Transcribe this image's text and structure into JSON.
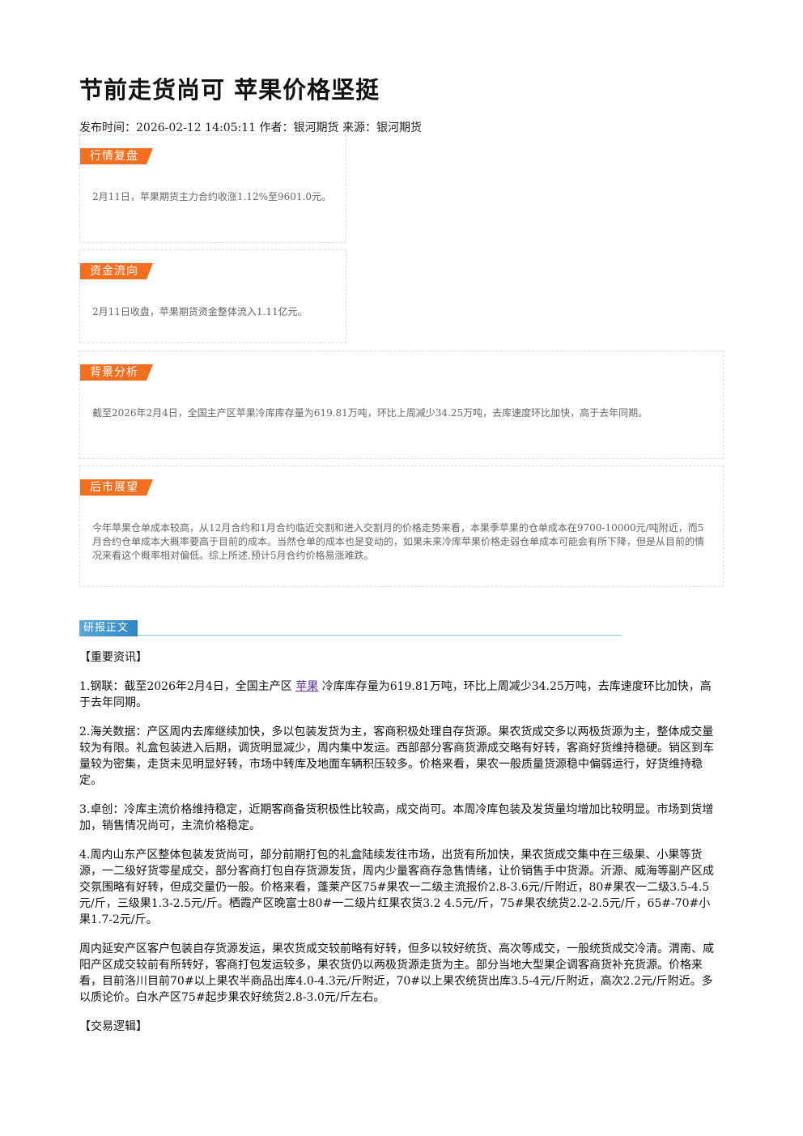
{
  "article": {
    "title": "节前走货尚可 苹果价格坚挺",
    "meta": "发布时间：2026-02-12 14:05:11 作者：银河期货 来源：银河期货"
  },
  "sections": [
    {
      "tag": "行情复盘",
      "text": "2月11日，苹果期货主力合约收涨1.12%至9601.0元。"
    },
    {
      "tag": "资金流向",
      "text": "2月11日收盘，苹果期货资金整体流入1.11亿元。"
    },
    {
      "tag": "背景分析",
      "text": "截至2026年2月4日，全国主产区苹果冷库库存量为619.81万吨，环比上周减少34.25万吨，去库速度环比加快，高于去年同期。"
    },
    {
      "tag": "后市展望",
      "text": "今年苹果仓单成本较高，从12月合约和1月合约临近交割和进入交割月的价格走势来看，本果季苹果的仓单成本在9700-10000元/吨附近，而5月合约仓单成本大概率要高于目前的成本。当然仓单的成本也是变动的，如果未来冷库苹果价格走弱仓单成本可能会有所下降，但是从目前的情况来看这个概率相对偏低。综上所述,预计5月合约价格易涨难跌。"
    }
  ],
  "report": {
    "tag": "研报正文",
    "heading_news": "【重要资讯】",
    "p1_before": "1.钢联：截至2026年2月4日，全国主产区 ",
    "p1_link": "苹果",
    "p1_after": " 冷库库存量为619.81万吨，环比上周减少34.25万吨，去库速度环比加快，高于去年同期。",
    "p2": "2.海关数据：产区周内去库继续加快，多以包装发货为主，客商积极处理自存货源。果农货成交多以两极货源为主，整体成交量较为有限。礼盒包装进入后期，调货明显减少，周内集中发运。西部部分客商货源成交略有好转，客商好货维持稳硬。销区到车量较为密集，走货未见明显好转，市场中转库及地面车辆积压较多。价格来看，果农一般质量货源稳中偏弱运行，好货维持稳定。",
    "p3": "3.卓创：冷库主流价格维持稳定，近期客商备货积极性比较高，成交尚可。本周冷库包装及发货量均增加比较明显。市场到货增加，销售情况尚可，主流价格稳定。",
    "p4": "4.周内山东产区整体包装发货尚可，部分前期打包的礼盒陆续发往市场，出货有所加快，果农货成交集中在三级果、小果等货源，一二级好货零星成交，部分客商打包自存货源发货，周内少量客商存急售情绪，让价销售手中货源。沂源、威海等副产区成交氛围略有好转，但成交量仍一般。价格来看，蓬莱产区75#果农一二级主流报价2.8-3.6元/斤附近，80#果农一二级3.5-4.5元/斤，三级果1.3-2.5元/斤。栖霞产区晚富士80#一二级片红果农货3.2 4.5元/斤，75#果农统货2.2-2.5元/斤，65#-70#小果1.7-2元/斤。",
    "p5": "周内延安产区客户包装自存货源发运，果农货成交较前略有好转，但多以较好统货、高次等成交，一般统货成交冷清。渭南、咸阳产区成交较前有所转好，客商打包发运较多，果农货仍以两极货源走货为主。部分当地大型果企调客商货补充货源。价格来看，目前洛川目前70#以上果农半商品出库4.0-4.3元/斤附近，70#以上果农统货出库3.5-4元/斤附近，高次2.2元/斤附近。多以质论价。白水产区75#起步果农好统货2.8-3.0元/斤左右。",
    "heading_logic": "【交易逻辑】"
  }
}
